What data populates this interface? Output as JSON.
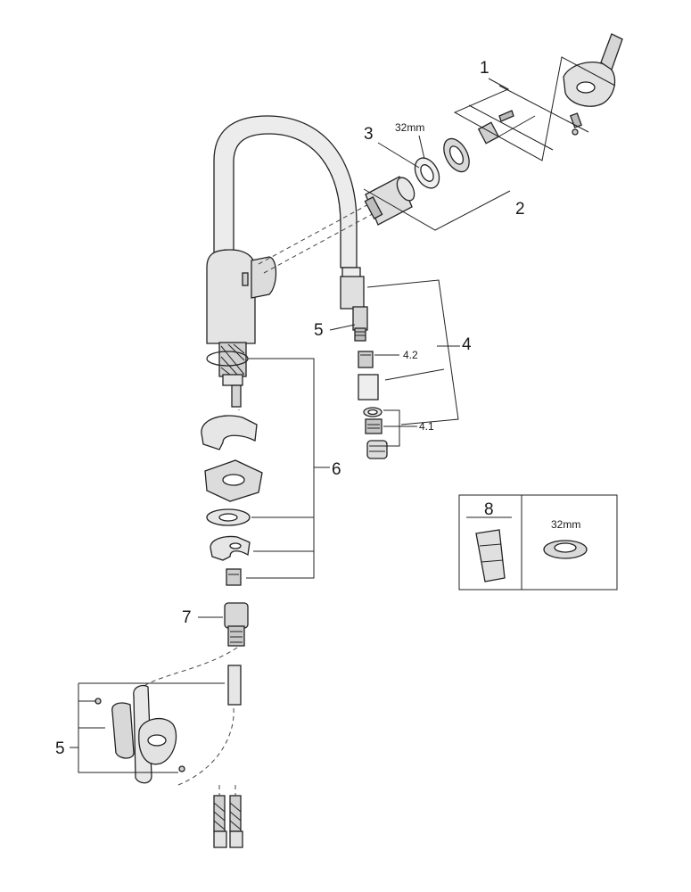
{
  "callouts": {
    "c1": "1",
    "c2": "2",
    "c3": "3",
    "c4": "4",
    "c4_2": "4.2",
    "c4_1": "4.1",
    "c5_spray": "5",
    "c5_bracket": "5",
    "c6": "6",
    "c7": "7"
  },
  "nut_size": "32mm",
  "legend_box": {
    "number": "8",
    "nut_size": "32mm"
  },
  "colors": {
    "line": "#222222",
    "part_fill": "#e6e6e6",
    "part_dark": "#9a9a9a",
    "background": "#ffffff"
  }
}
